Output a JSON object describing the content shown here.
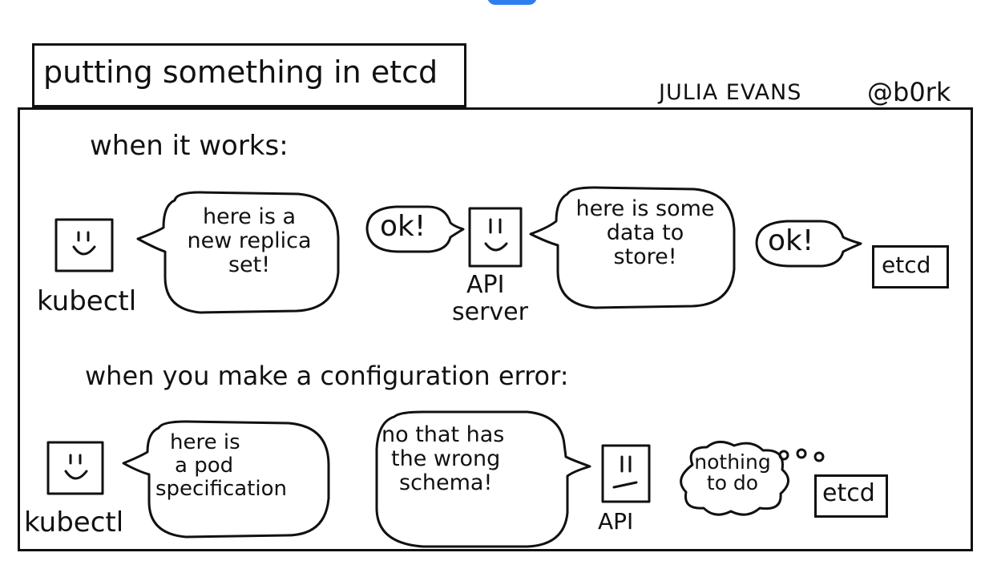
{
  "title": "putting something in etcd",
  "author": "JULIA EVANS",
  "handle": "@b0rk",
  "section_works": {
    "heading": "when it works:",
    "kubectl_label": "kubectl",
    "bubble1_lines": [
      "here is a",
      "new replica",
      "set!"
    ],
    "ok1": "ok!",
    "api_label_1": "API",
    "api_label_2": "server",
    "bubble2_lines": [
      "here is some",
      "data to",
      "store!"
    ],
    "ok2": "ok!",
    "etcd_label": "etcd"
  },
  "section_error": {
    "heading": "when you make a configuration error:",
    "kubectl_label": "kubectl",
    "bubble1_lines": [
      "here is",
      "a pod",
      "specification"
    ],
    "bubble2_lines": [
      "no that has",
      "the wrong",
      "schema!"
    ],
    "api_label": "API",
    "thought_lines": [
      "nothing",
      "to do"
    ],
    "thought_dots": "o o o",
    "etcd_label": "etcd"
  },
  "accent_color": "#2f7ef0"
}
